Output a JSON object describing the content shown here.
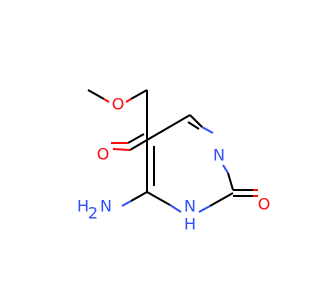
{
  "atoms": {
    "methoxy_o": "O",
    "carbonyl_o": "O",
    "ring_n3": "N",
    "ring_nh": "N",
    "ring_nh_h": "H",
    "amino_n": "N",
    "amino_h": "H",
    "amino_h2": "H",
    "oxo_o": "O"
  },
  "colors": {
    "carbon_bond": "#000000",
    "oxygen": "#ff0d0d",
    "nitrogen": "#3050f8",
    "background": "#ffffff"
  }
}
